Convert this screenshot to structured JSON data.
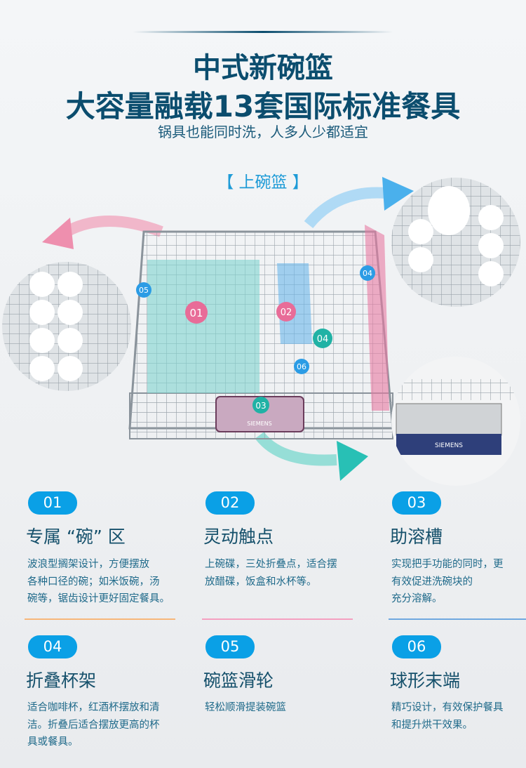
{
  "header": {
    "title_line1": "中式新碗篮",
    "title_line2": "大容量融载13套国际标准餐具",
    "subtitle": "锅具也能同时洗，人多人少都适宜"
  },
  "section_label": "【 上碗篮 】",
  "basket": {
    "markers": [
      "01",
      "02",
      "03",
      "04",
      "05",
      "06"
    ],
    "brand": "SIEMENS"
  },
  "colors": {
    "title": "#0b4d6e",
    "accent": "#0aa0e6",
    "teal": "#7fd3cf",
    "pink": "#e87aa2",
    "blue": "#6ab6ea"
  },
  "features": [
    {
      "num": "01",
      "title": "专属 “碗” 区",
      "lines": [
        "波浪型搁架设计，方便摆放",
        "各种口径的碗；如米饭碗，汤",
        "碗等，锯齿设计更好固定餐具。"
      ]
    },
    {
      "num": "02",
      "title": "灵动触点",
      "lines": [
        "上碗碟，三处折叠点，适合摆",
        "放醋碟，饭盒和水杯等。"
      ]
    },
    {
      "num": "03",
      "title": "助溶槽",
      "lines": [
        "实现把手功能的同时，更",
        "有效促进洗碗块的",
        "充分溶解。"
      ]
    },
    {
      "num": "04",
      "title": "折叠杯架",
      "lines": [
        "适合咖啡杯，红酒杯摆放和清",
        "洁。折叠后适合摆放更高的杯",
        "具或餐具。"
      ]
    },
    {
      "num": "05",
      "title": "碗篮滑轮",
      "lines": [
        "轻松顺滑提装碗篮"
      ]
    },
    {
      "num": "06",
      "title": "球形末端",
      "lines": [
        "精巧设计，有效保护餐具",
        "和提升烘干效果。"
      ]
    }
  ]
}
